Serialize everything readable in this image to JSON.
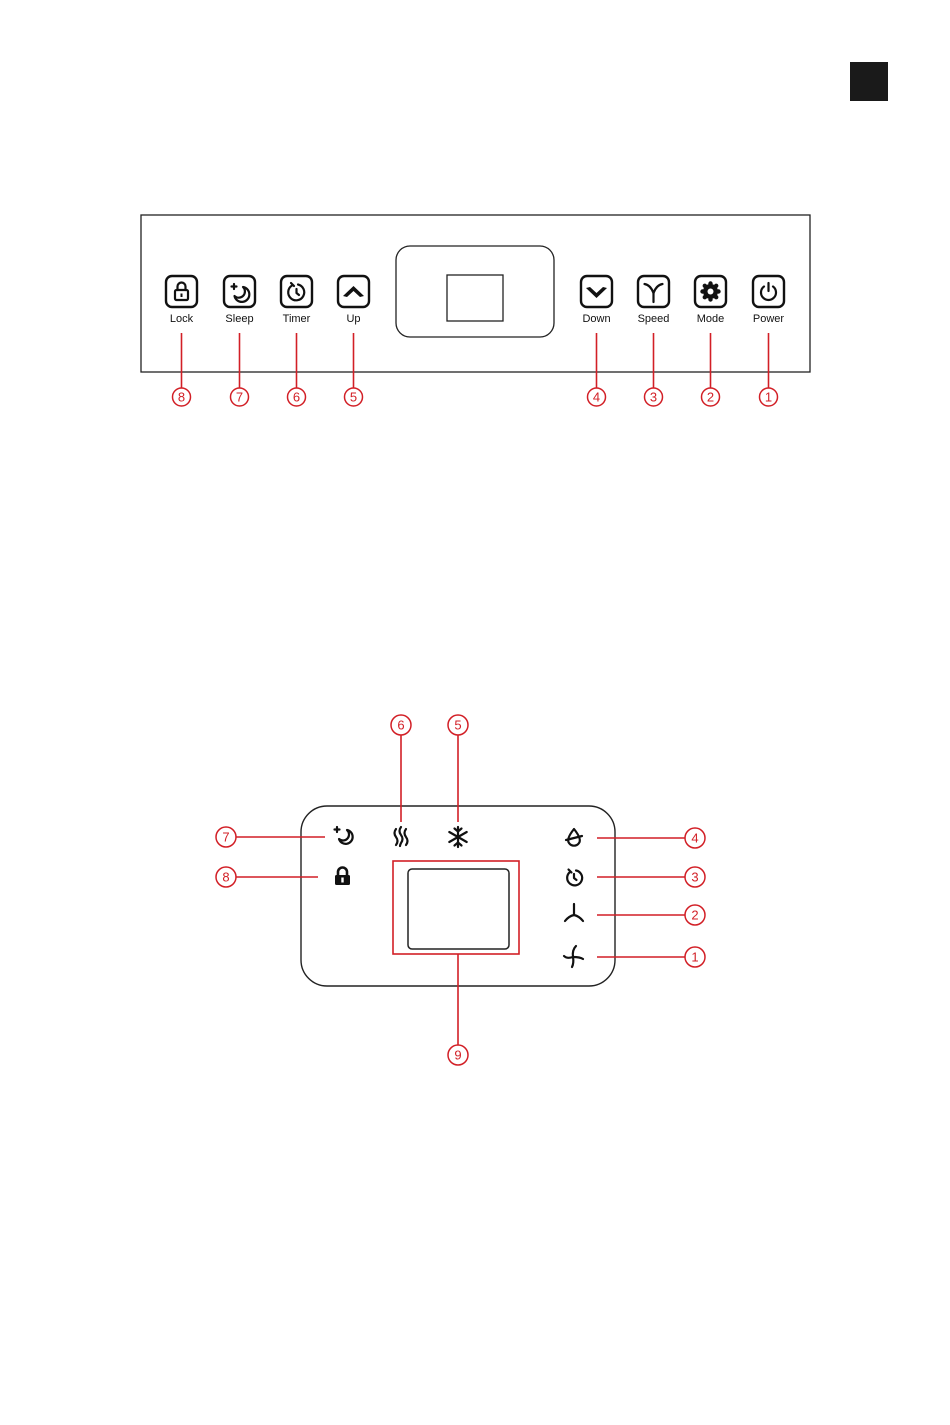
{
  "control_panel": {
    "buttons": [
      {
        "key": "lock",
        "label": "Lock",
        "number": "8",
        "icon": "lock-icon"
      },
      {
        "key": "sleep",
        "label": "Sleep",
        "number": "7",
        "icon": "sleep-icon"
      },
      {
        "key": "timer",
        "label": "Timer",
        "number": "6",
        "icon": "timer-icon"
      },
      {
        "key": "up",
        "label": "Up",
        "number": "5",
        "icon": "chevron-up-icon"
      },
      {
        "key": "down",
        "label": "Down",
        "number": "4",
        "icon": "chevron-down-icon"
      },
      {
        "key": "speed",
        "label": "Speed",
        "number": "3",
        "icon": "fan-speed-icon"
      },
      {
        "key": "mode",
        "label": "Mode",
        "number": "2",
        "icon": "mode-icon"
      },
      {
        "key": "power",
        "label": "Power",
        "number": "1",
        "icon": "power-icon"
      }
    ]
  },
  "display_panel": {
    "indicators": [
      {
        "key": "sleep",
        "number": "7",
        "icon": "sleep-indicator-icon"
      },
      {
        "key": "lock",
        "number": "8",
        "icon": "lock-indicator-icon"
      },
      {
        "key": "heat",
        "number": "6",
        "icon": "heat-waves-icon"
      },
      {
        "key": "cool",
        "number": "5",
        "icon": "snowflake-icon"
      },
      {
        "key": "dehumidify",
        "number": "4",
        "icon": "water-drop-icon"
      },
      {
        "key": "timer",
        "number": "3",
        "icon": "timer-indicator-icon"
      },
      {
        "key": "fan-high",
        "number": "2",
        "icon": "fan-high-icon"
      },
      {
        "key": "fan-low",
        "number": "1",
        "icon": "fan-low-icon"
      },
      {
        "key": "screen",
        "number": "9",
        "icon": "display-screen"
      }
    ]
  },
  "colors": {
    "callout": "#d21f26",
    "ink": "#111111",
    "tab": "#1a1a1a"
  }
}
